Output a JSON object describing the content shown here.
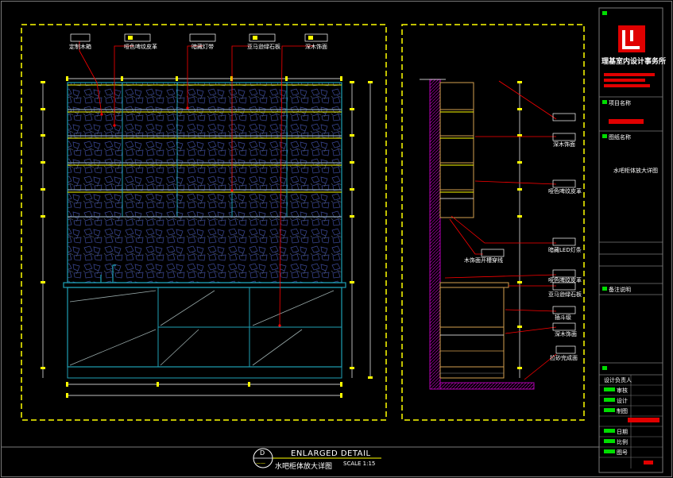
{
  "drawing": {
    "title_en": "ENLARGED DETAIL",
    "title_cn": "水吧柜体放大详图",
    "scale": "SCALE 1:15",
    "symbol_letter": "D",
    "symbol_ref": "——"
  },
  "front_view": {
    "labels": [
      "定制木箱",
      "哑色啤纹皮革",
      "暗藏灯带",
      "亚马逊绿石板",
      "深木饰面"
    ]
  },
  "side_view": {
    "labels": [
      "深木饰面",
      "哑色啤纹皮革",
      "木饰面开槽穿线",
      "暗藏LED灯条",
      "哑色啤纹皮革",
      "亚马逊绿石板",
      "插斗级",
      "深木饰面",
      "拉砂完成面"
    ]
  },
  "title_block": {
    "firm_name": "理基室内设计事务所",
    "project_label": "项目名称",
    "drawing_label": "图纸名称",
    "drawing_name": "水吧柜体放大详图",
    "notes_label": "备注说明",
    "rows": [
      "设计负责人",
      "审核",
      "设计",
      "制图",
      "日期",
      "比例",
      "图号"
    ]
  },
  "colors": {
    "frame_yellow": "#ffff00",
    "cabinet_cyan": "#1f9fb5",
    "leader_red": "#ff0000",
    "wall_magenta": "#b000b0",
    "grid_white": "#ffffff"
  }
}
